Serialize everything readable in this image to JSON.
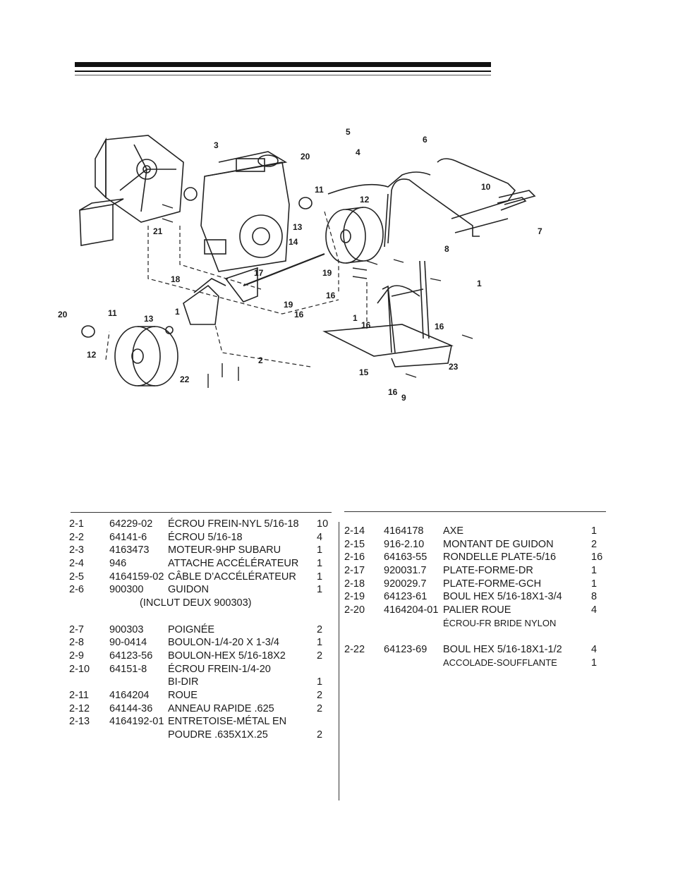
{
  "diagram": {
    "callouts": [
      "1",
      "1",
      "1",
      "2",
      "3",
      "4",
      "5",
      "6",
      "7",
      "8",
      "9",
      "10",
      "11",
      "11",
      "12",
      "12",
      "13",
      "13",
      "14",
      "15",
      "16",
      "16",
      "16",
      "16",
      "16",
      "17",
      "18",
      "19",
      "19",
      "20",
      "20",
      "21",
      "22",
      "23"
    ]
  },
  "parts_left": [
    {
      "ref": "2-1",
      "pn": "64229-02",
      "desc": "ÉCROU FREIN-NYL 5/16-18",
      "qty": "10"
    },
    {
      "ref": "2-2",
      "pn": "64141-6",
      "desc": "ÉCROU 5/16-18",
      "qty": "4"
    },
    {
      "ref": "2-3",
      "pn": "4163473",
      "desc": "MOTEUR-9HP SUBARU",
      "qty": "1"
    },
    {
      "ref": "2-4",
      "pn": "946",
      "desc": "ATTACHE ACCÉLÉRATEUR",
      "qty": "1"
    },
    {
      "ref": "2-5",
      "pn": "4164159-02",
      "desc": "CÂBLE D’ACCÉLÉRATEUR",
      "qty": "1"
    },
    {
      "ref": "2-6",
      "pn": "900300",
      "desc": "GUIDON",
      "qty": "1"
    },
    {
      "note": "(INCLUT DEUX 900303)"
    },
    {
      "blank": true
    },
    {
      "ref": "2-7",
      "pn": "900303",
      "desc": "POIGNÉE",
      "qty": "2"
    },
    {
      "ref": "2-8",
      "pn": "90-0414",
      "desc": "BOULON-1/4-20 X 1-3/4",
      "qty": "1"
    },
    {
      "ref": "2-9",
      "pn": "64123-56",
      "desc": "BOULON-HEX 5/16-18X2",
      "qty": "2"
    },
    {
      "ref": "2-10",
      "pn": "64151-8",
      "desc": "ÉCROU FREIN-1/4-20",
      "qty": ""
    },
    {
      "ref": "",
      "pn": "",
      "desc": "BI-DIR",
      "qty": "1"
    },
    {
      "ref": "2-11",
      "pn": "4164204",
      "desc": "ROUE",
      "qty": "2"
    },
    {
      "ref": "2-12",
      "pn": "64144-36",
      "desc": "ANNEAU RAPIDE .625",
      "qty": "2"
    },
    {
      "ref": "2-13",
      "pn": "4164192-01",
      "desc": "ENTRETOISE-MÉTAL EN",
      "qty": ""
    },
    {
      "ref": "",
      "pn": "",
      "desc": "POUDRE .635X1X.25",
      "qty": "2"
    }
  ],
  "parts_right": [
    {
      "ref": "2-14",
      "pn": "4164178",
      "desc": "AXE",
      "qty": "1"
    },
    {
      "ref": "2-15",
      "pn": "916-2.10",
      "desc": "MONTANT DE GUIDON",
      "qty": "2"
    },
    {
      "ref": "2-16",
      "pn": "64163-55",
      "desc": "RONDELLE PLATE-5/16",
      "qty": "16"
    },
    {
      "ref": "2-17",
      "pn": "920031.7",
      "desc": "PLATE-FORME-DR",
      "qty": "1"
    },
    {
      "ref": "2-18",
      "pn": "920029.7",
      "desc": "PLATE-FORME-GCH",
      "qty": "1"
    },
    {
      "ref": "2-19",
      "pn": "64123-61",
      "desc": "BOUL HEX 5/16-18X1-3/4",
      "qty": "8"
    },
    {
      "ref": "2-20",
      "pn": "4164204-01",
      "desc": "PALIER ROUE",
      "qty": "4"
    },
    {
      "ref": "",
      "pn": "",
      "desc": "ÉCROU-FR BRIDE NYLON",
      "qty": "",
      "small": true
    },
    {
      "blank": true
    },
    {
      "ref": "2-22",
      "pn": "64123-69",
      "desc": "BOUL HEX 5/16-18X1-1/2",
      "qty": "4"
    },
    {
      "ref": "",
      "pn": "",
      "desc": "ACCOLADE-SOUFFLANTE",
      "qty": "1",
      "small": true
    }
  ]
}
